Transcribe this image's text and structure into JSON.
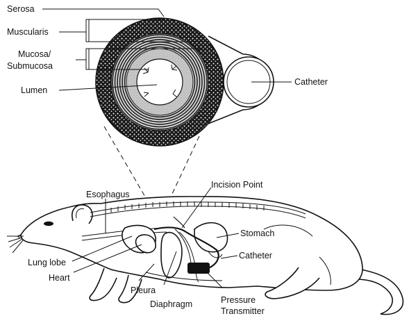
{
  "labels": {
    "serosa": "Serosa",
    "muscularis": "Muscularis",
    "mucosa_line1": "Mucosa/",
    "mucosa_line2": "Submucosa",
    "lumen": "Lumen",
    "catheter_cross_section": "Catheter",
    "esophagus": "Esophagus",
    "incision_point": "Incision Point",
    "stomach": "Stomach",
    "catheter_body": "Catheter",
    "lung_lobe": "Lung lobe",
    "heart": "Heart",
    "pleura": "Pleura",
    "diaphragm": "Diaphragm",
    "pressure_line1": "Pressure",
    "pressure_line2": "Transmitter"
  },
  "colors": {
    "ink": "#111111",
    "serosa_texture": "#1a1a1a",
    "muscle_band": "#3a3a3a",
    "mucosa_fill": "#c9c9c9",
    "background": "#ffffff"
  }
}
